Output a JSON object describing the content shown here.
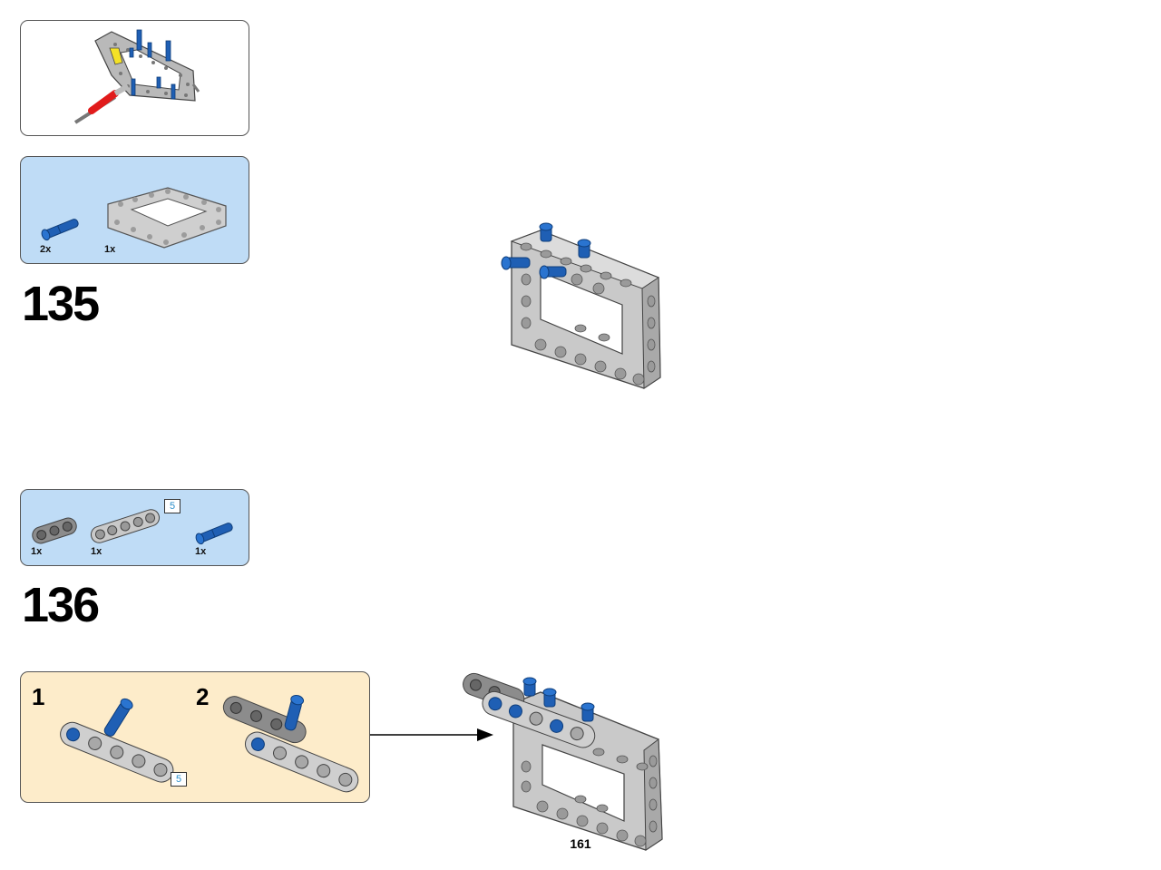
{
  "colors": {
    "light_gray": "#c8c8c8",
    "dark_gray": "#8c8c8c",
    "pin_blue": "#1f5fb4",
    "axle_red": "#e11b1b",
    "parts_bg": "#bfdcf6",
    "submodel_bg": "#fdecca",
    "length_tag_text": "#2a8ec9"
  },
  "step135": {
    "number": "135",
    "parts": [
      {
        "icon": "blue-pin-icon",
        "qty": "2x"
      },
      {
        "icon": "open-frame-5x7-icon",
        "qty": "1x"
      }
    ]
  },
  "step136": {
    "number": "136",
    "parts": [
      {
        "icon": "dark-gray-beam-3-icon",
        "qty": "1x"
      },
      {
        "icon": "light-gray-beam-5-icon",
        "qty": "1x",
        "length_tag": "5"
      },
      {
        "icon": "blue-pin-icon",
        "qty": "1x"
      }
    ],
    "substeps": [
      {
        "number": "1",
        "length_tag": "5"
      },
      {
        "number": "2"
      }
    ]
  },
  "page_number": "161"
}
